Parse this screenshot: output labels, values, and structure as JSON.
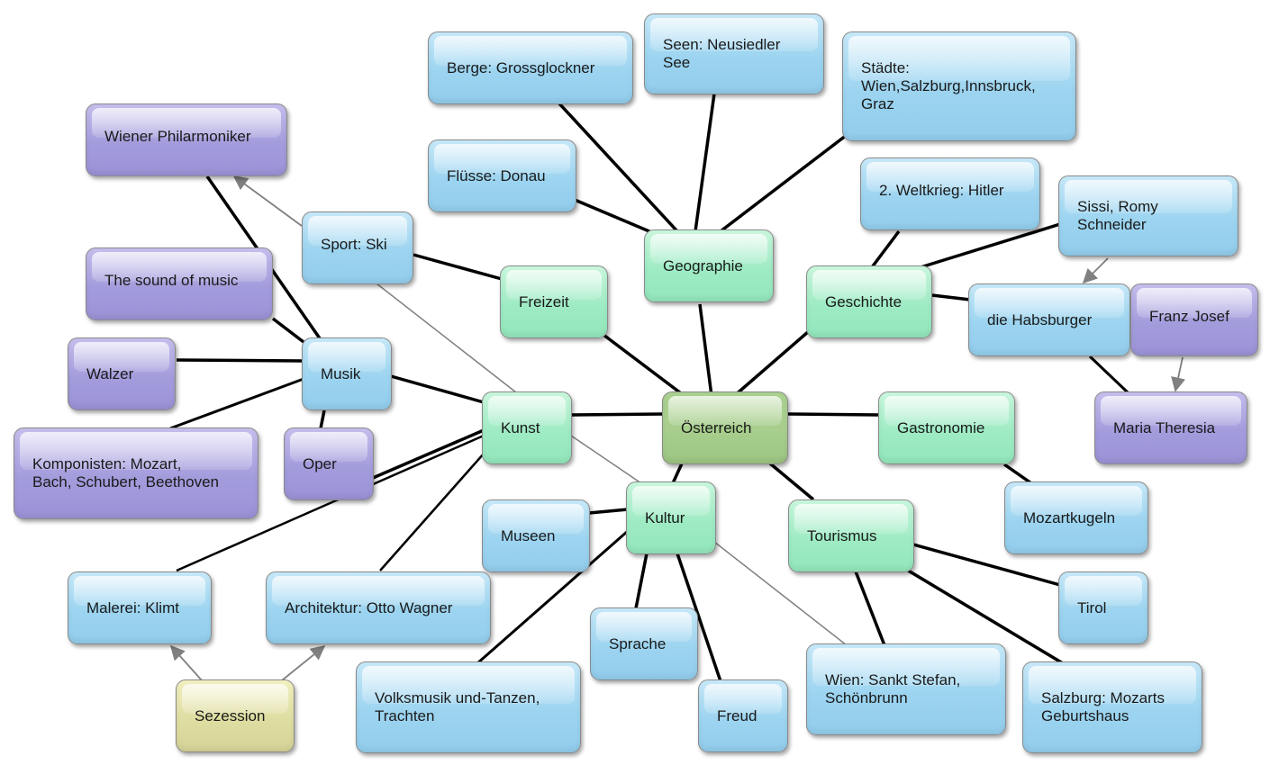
{
  "colors": {
    "blue": "#9cd4f0",
    "green": "#9eebc4",
    "purple": "#a39cdc",
    "olive": "#a7ce8c",
    "yellow": "#deddA2",
    "edge": "#000000",
    "arrow": "#808080"
  },
  "nodes": {
    "oesterreich": "Österreich",
    "geographie": "Geographie",
    "freizeit": "Freizeit",
    "geschichte": "Geschichte",
    "kunst": "Kunst",
    "gastronomie": "Gastronomie",
    "kultur": "Kultur",
    "tourismus": "Tourismus",
    "berge": "Berge: Grossglockner",
    "seen": "Seen: Neusiedler\nSee",
    "staedte": "Städte:\nWien,Salzburg,Innsbruck,\nGraz",
    "fluesse": "Flüsse: Donau",
    "weltkrieg": "2. Weltkrieg: Hitler",
    "sissi": "Sissi, Romy\nSchneider",
    "habsburger": "die Habsburger",
    "franzjosef": "Franz Josef",
    "mariatheresia": "Maria Theresia",
    "wienerphil": "Wiener Philarmoniker",
    "sport": "Sport: Ski",
    "soundofmusic": "The sound of music",
    "musik": "Musik",
    "walzer": "Walzer",
    "komponisten": "Komponisten: Mozart,\nBach, Schubert, Beethoven",
    "oper": "Oper",
    "museen": "Museen",
    "mozartkugeln": "Mozartkugeln",
    "malerei": "Malerei: Klimt",
    "architektur": "Architektur: Otto Wagner",
    "sprache": "Sprache",
    "tirol": "Tirol",
    "sezession": "Sezession",
    "volksmusik": "Volksmusik und-Tanzen,\nTrachten",
    "freud": "Freud",
    "wien": "Wien: Sankt Stefan,\nSchönbrunn",
    "salzburg": "Salzburg: Mozarts\nGeburtshaus"
  }
}
